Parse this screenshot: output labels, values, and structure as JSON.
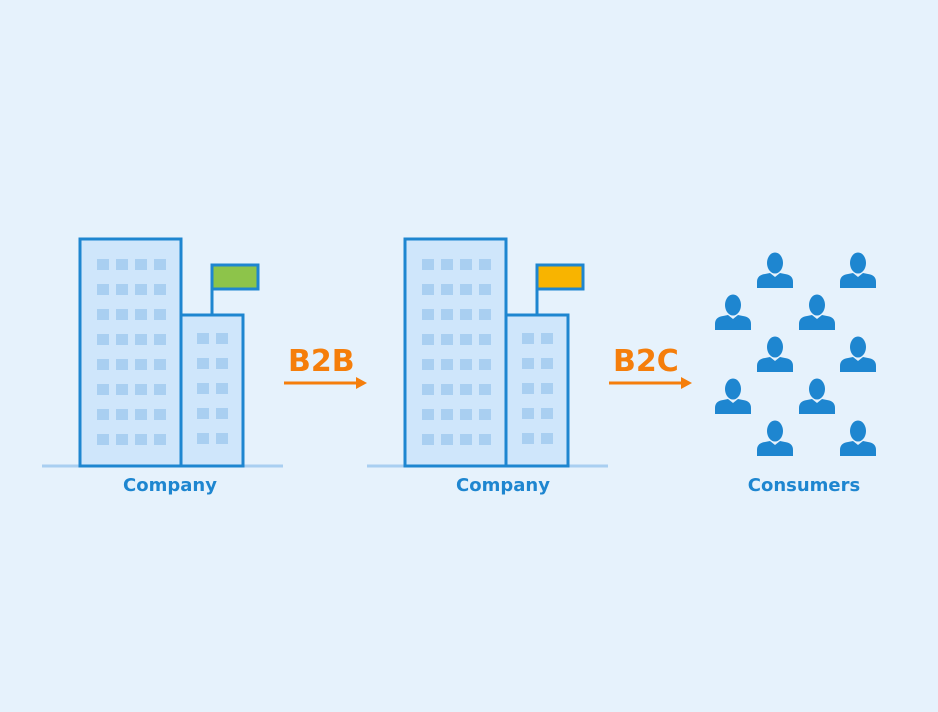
{
  "labels": {
    "company_left": "Company",
    "company_right": "Company",
    "consumers": "Consumers",
    "b2b": "B2B",
    "b2c": "B2C"
  },
  "colors": {
    "background": "#e6f2fc",
    "building_fill": "#cfe6fb",
    "building_stroke": "#1e86d0",
    "window": "#a9cff1",
    "ground": "#a9cff1",
    "flag_b2b": "#8dc44a",
    "flag_b2c": "#f8b400",
    "arrow": "#f57e0b",
    "person": "#1e86d0"
  },
  "icons": {
    "building": "office-building-icon",
    "flag": "flag-icon",
    "person": "person-icon",
    "arrow": "arrow-right-icon"
  }
}
